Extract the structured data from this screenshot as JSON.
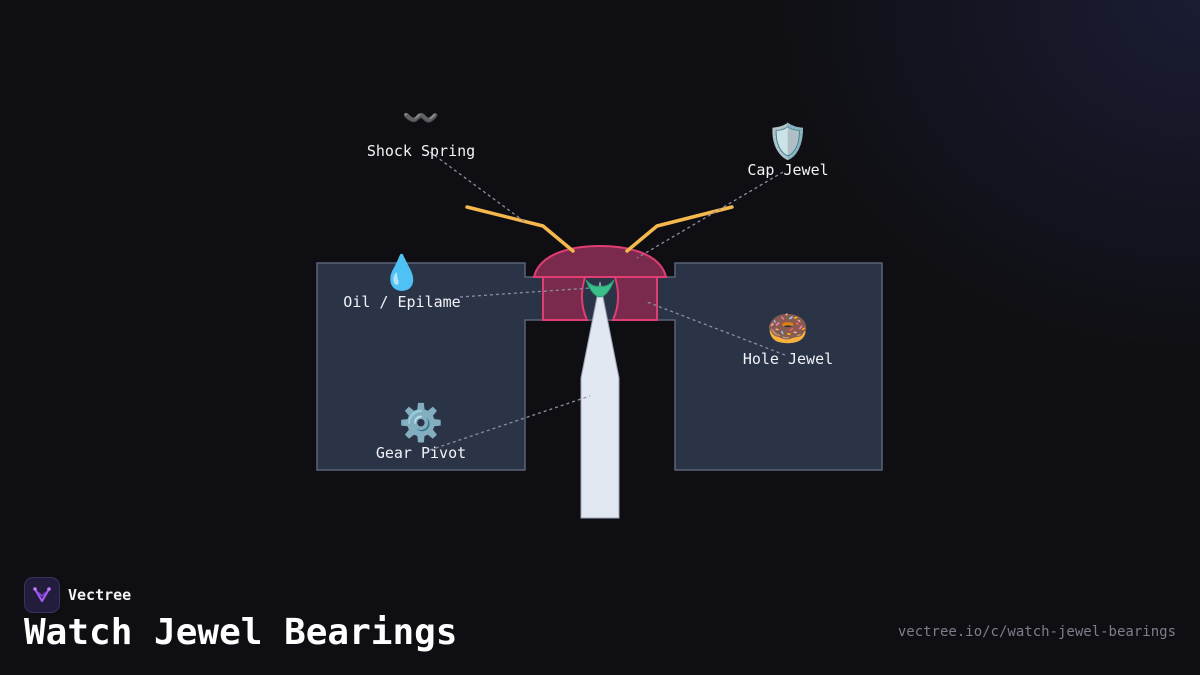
{
  "brand": {
    "name": "Vectree",
    "logo_icon": "vectree-logo-icon"
  },
  "title": "Watch Jewel Bearings",
  "url": "vectree.io/c/watch-jewel-bearings",
  "colors": {
    "background": "#0f0f13",
    "plate_fill": "#2b3346",
    "plate_stroke": "#5b6479",
    "jewel_fill": "#7a2a4c",
    "jewel_stroke": "#e23d72",
    "spring": "#f5b84c",
    "pivot_fill": "#e2e8f2",
    "oil_fill": "#3bbf8a",
    "leader_line": "#8a8fa3",
    "label_text": "#f2f3f7"
  },
  "labels": {
    "shock_spring": {
      "text": "Shock Spring",
      "icon": "wave-icon",
      "glyph": "〰️"
    },
    "cap_jewel": {
      "text": "Cap Jewel",
      "icon": "shield-icon",
      "glyph": "🛡️"
    },
    "oil": {
      "text": "Oil / Epilame",
      "icon": "droplet-icon",
      "glyph": "💧"
    },
    "hole_jewel": {
      "text": "Hole Jewel",
      "icon": "donut-icon",
      "glyph": "🍩"
    },
    "gear_pivot": {
      "text": "Gear Pivot",
      "icon": "gear-icon",
      "glyph": "⚙️"
    }
  }
}
